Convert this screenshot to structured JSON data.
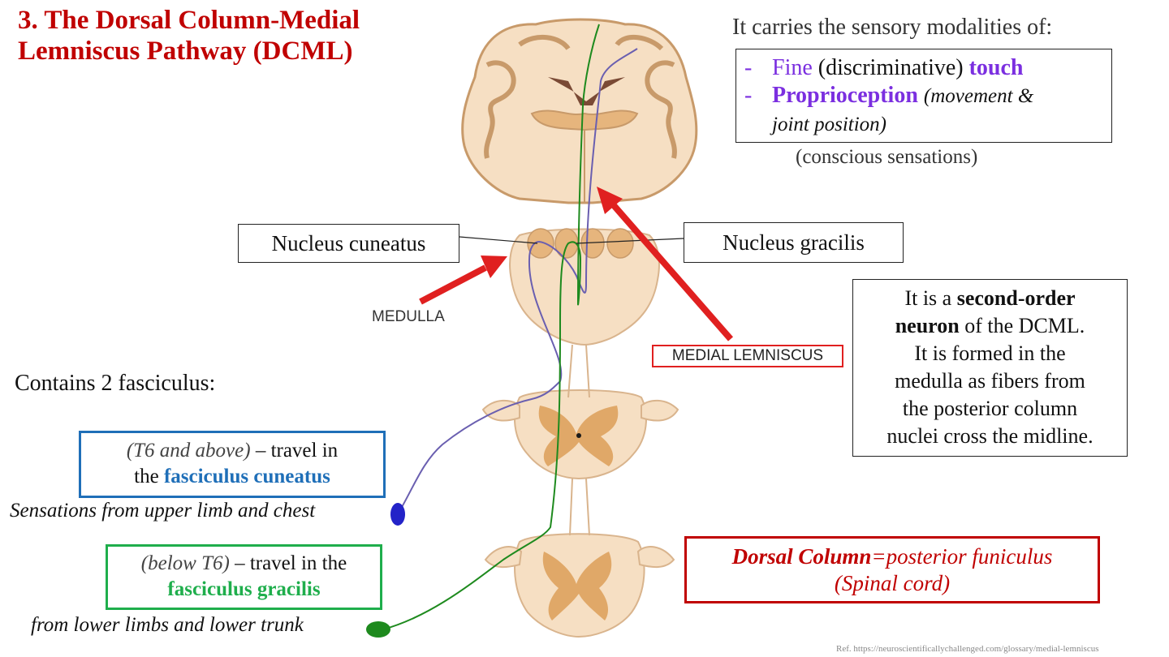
{
  "title": {
    "line1": "3. The Dorsal Column-Medial",
    "line2": "Lemniscus Pathway (DCML)"
  },
  "modalities": {
    "heading": "It carries the sensory modalities of:",
    "dash1": "-",
    "item1_word1": "Fine",
    "item1_middle": "(discriminative)",
    "item1_word2": "touch",
    "dash2": "-",
    "item2_term": "Proprioception",
    "item2_note_line1": "(movement &",
    "item2_note_line2": "joint position)",
    "footnote": "(conscious sensations)"
  },
  "labels": {
    "nucleus_cuneatus": "Nucleus cuneatus",
    "nucleus_gracilis": "Nucleus gracilis",
    "medulla": "MEDULLA",
    "medial_lemniscus": "MEDIAL LEMNISCUS"
  },
  "second_order": {
    "line1_pre": "It is a ",
    "line1_bold": "second-order",
    "line2_bold": "neuron",
    "line2_post": " of the DCML.",
    "line3": "It is formed in the",
    "line4": "medulla as fibers from",
    "line5": "the posterior column",
    "line6": "nuclei cross the midline."
  },
  "fasciculus": {
    "contains": "Contains 2 fasciculus:",
    "cuneatus_level": "(T6 and above)",
    "cuneatus_travel": " – travel in",
    "cuneatus_the": "the ",
    "cuneatus_term": "fasciculus cuneatus",
    "upper_limb": "Sensations from upper limb and chest",
    "gracilis_level": "(below T6)",
    "gracilis_travel": " – travel in the",
    "gracilis_term": "fasciculus gracilis",
    "lower_limb": "from lower limbs and lower trunk"
  },
  "dorsal_column": {
    "bold": "Dorsal Column",
    "rest": "=posterior funiculus",
    "line2": "(Spinal cord)"
  },
  "reference": "Ref. https://neuroscientificallychallenged.com/glossary/medial-lemniscus",
  "colors": {
    "title_red": "#c00000",
    "violet": "#7b2fe0",
    "cuneatus_blue": "#1f6fb8",
    "gracilis_green": "#1fae4c",
    "arrow_red": "#e02020",
    "pathway_purple": "#6a5fb0",
    "pathway_green": "#1e8a1e",
    "tissue_tan": "#f6dfc3",
    "gray_matter": "#e0a868"
  }
}
